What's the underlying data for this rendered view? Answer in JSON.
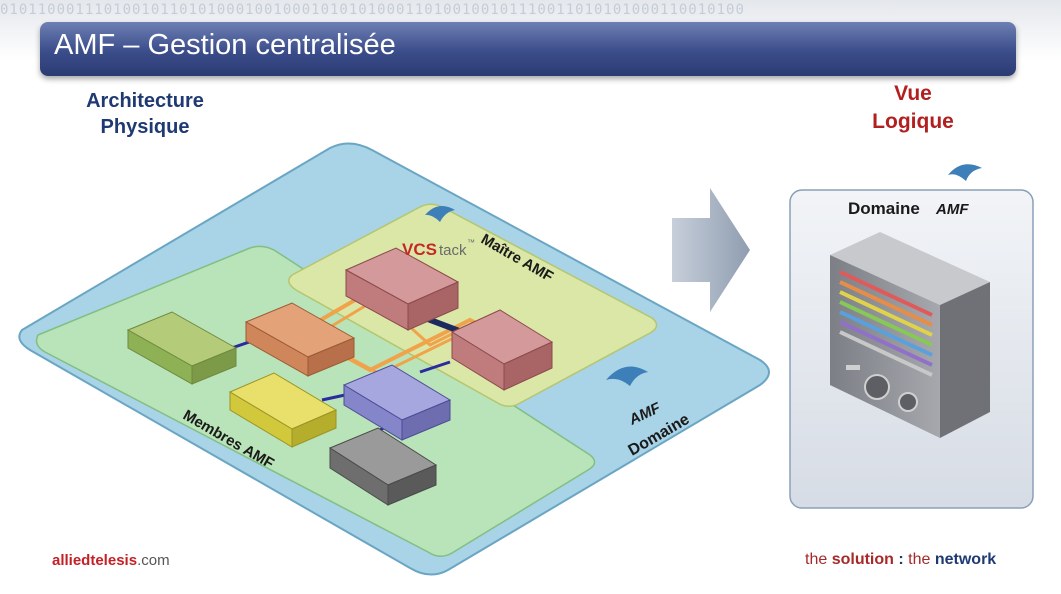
{
  "header": {
    "binary_strip": "0101100011101001011010100010010001010101000110100100101110011010101000110010100",
    "title": "AMF – Gestion centralisée"
  },
  "physical": {
    "heading_line1": "Architecture",
    "heading_line2": "Physique",
    "vcstack_red": "VCS",
    "vcstack_gray": "tack",
    "vcstack_tm": "™",
    "master_label": "Maître AMF",
    "members_label": "Membres AMF",
    "amf_logo": "AMF",
    "domain_label": "Domaine"
  },
  "logical": {
    "heading_line1": "Vue",
    "heading_line2": "Logique",
    "domain_label": "Domaine",
    "amf_logo": "AMF"
  },
  "footer": {
    "brand_bold": "alliedtelesis",
    "brand_suffix": ".com",
    "slogan_part1": "the",
    "slogan_part2": "solution",
    "slogan_sep": ":",
    "slogan_part3": "the",
    "slogan_part4": "network"
  },
  "colors": {
    "title_bar": "#3b4d8a",
    "heading_blue": "#1f3a73",
    "heading_red": "#b21f1f",
    "domain_fill": "#a9d3e6",
    "members_fill": "#b9e3b8",
    "master_fill": "#dbe7a6",
    "link_orange": "#f0a34a",
    "link_blue": "#2b2ba0"
  }
}
